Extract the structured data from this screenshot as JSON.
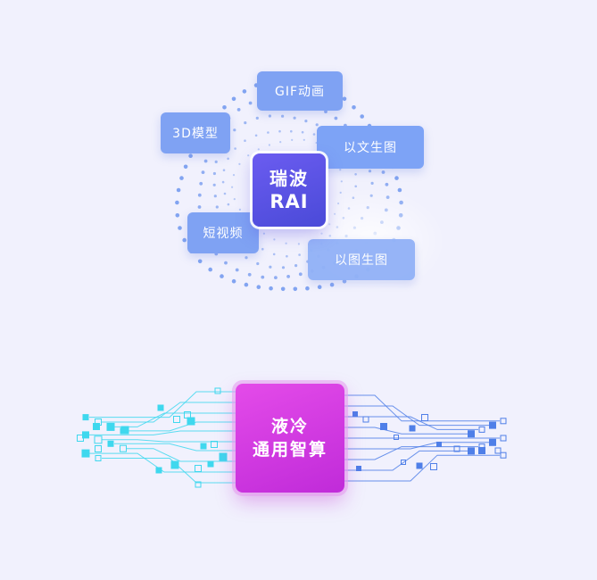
{
  "top_diagram": {
    "center": {
      "line1": "瑞波",
      "line2": "RAI"
    },
    "tags": {
      "gif": "GIF动画",
      "model3d": "3D模型",
      "text_to_image": "以文生图",
      "short_video": "短视频",
      "image_to_image": "以图生图"
    }
  },
  "bottom_diagram": {
    "chip": {
      "line1": "液冷",
      "line2": "通用智算"
    }
  },
  "colors": {
    "background": "#f1f1fd",
    "tag_blue": "#7fa2f3",
    "core_purple": "#5a50e4",
    "chip_magenta": "#d63ae2",
    "circuit_cyan": "#3fd8ee",
    "circuit_blue": "#4f7fe8",
    "dot_blue": "#6f96ee"
  }
}
